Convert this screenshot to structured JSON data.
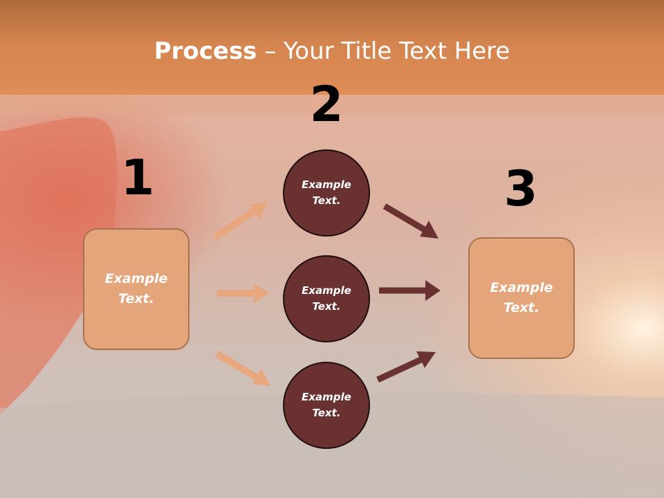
{
  "title": {
    "bold": "Process",
    "rest": " – Your Title Text Here"
  },
  "steps": {
    "one": {
      "number": "1",
      "label": "Example Text."
    },
    "two": {
      "number": "2",
      "circles": [
        {
          "label": "Example Text."
        },
        {
          "label": "Example Text."
        },
        {
          "label": "Example Text."
        }
      ]
    },
    "three": {
      "number": "3",
      "label": "Example Text."
    }
  },
  "colors": {
    "header": "#d4844e",
    "box_fill": "#e5a57a",
    "box_border": "#a6714e",
    "circle_fill": "#6a3131",
    "left_arrows": "#e8a77c",
    "right_arrows": "#6a3131"
  }
}
